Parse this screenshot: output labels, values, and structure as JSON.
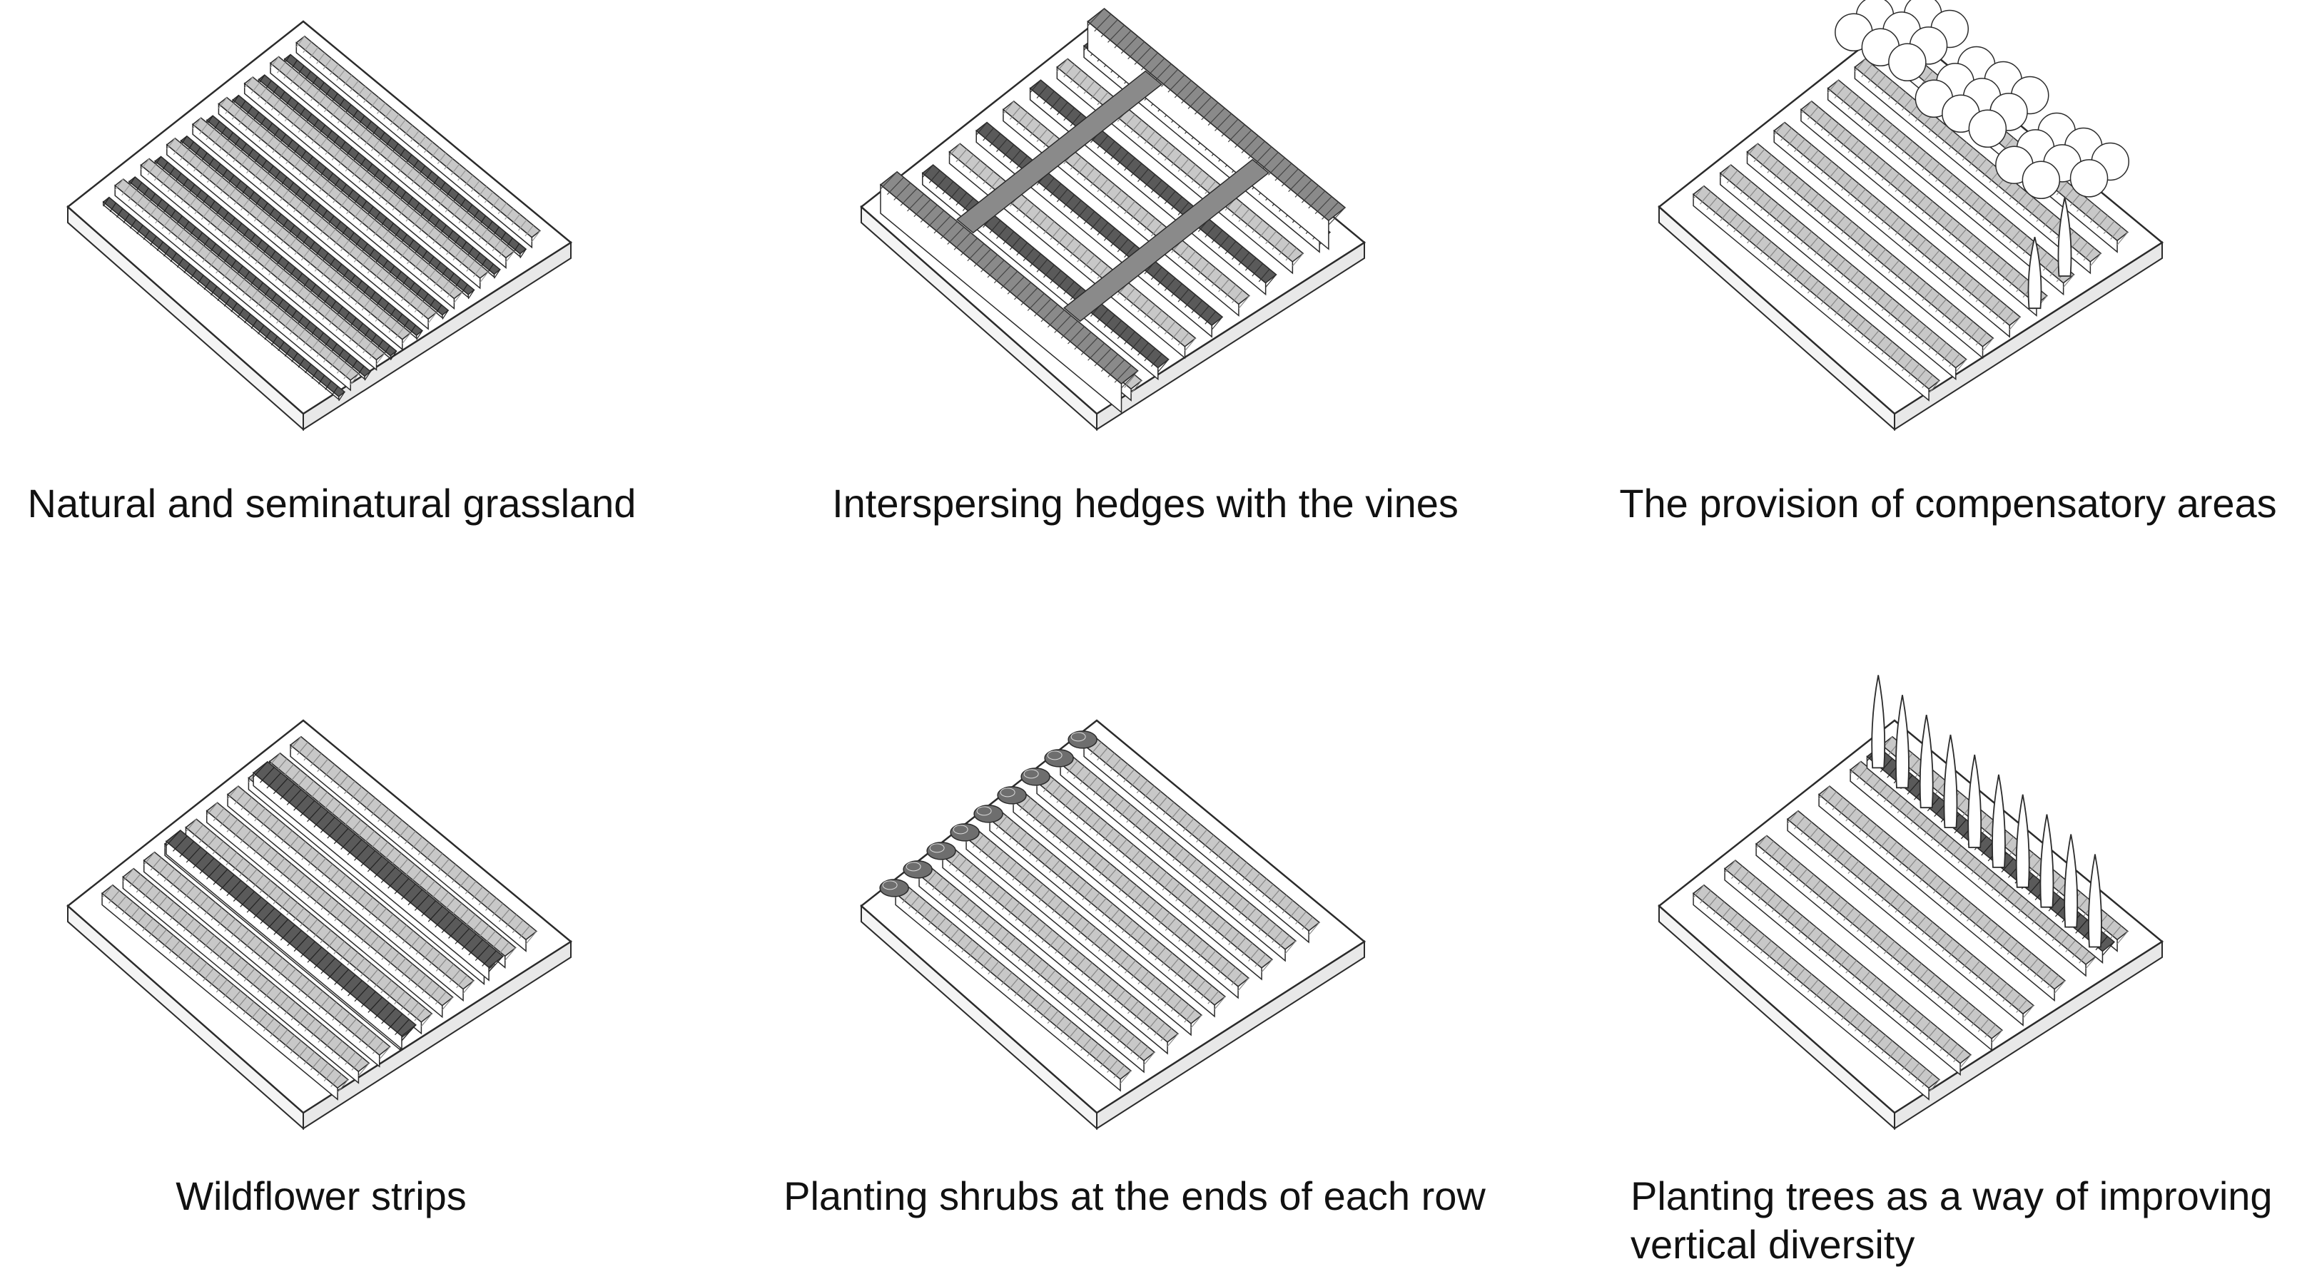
{
  "panels": [
    {
      "id": "p1",
      "variant": "grassland",
      "caption": "Natural and seminatural grassland"
    },
    {
      "id": "p2",
      "variant": "hedges",
      "caption": "Interspersing hedges with the vines"
    },
    {
      "id": "p3",
      "variant": "compensatory",
      "caption": "The provision of compensatory areas"
    },
    {
      "id": "p4",
      "variant": "wildflower",
      "caption": "Wildflower strips"
    },
    {
      "id": "p5",
      "variant": "shrubs",
      "caption": "Planting shrubs at the ends of each row"
    },
    {
      "id": "p6",
      "variant": "trees",
      "caption_line1": "Planting trees as a way of improving",
      "caption_line2": "vertical diversity"
    }
  ],
  "colors": {
    "line": "#2b2b2b",
    "vine_light": "#c8c8c8",
    "vine_dark": "#5a5a5a",
    "hedge": "#8a8a8a",
    "shrub": "#6e6e6e",
    "tree": "#ffffff"
  }
}
